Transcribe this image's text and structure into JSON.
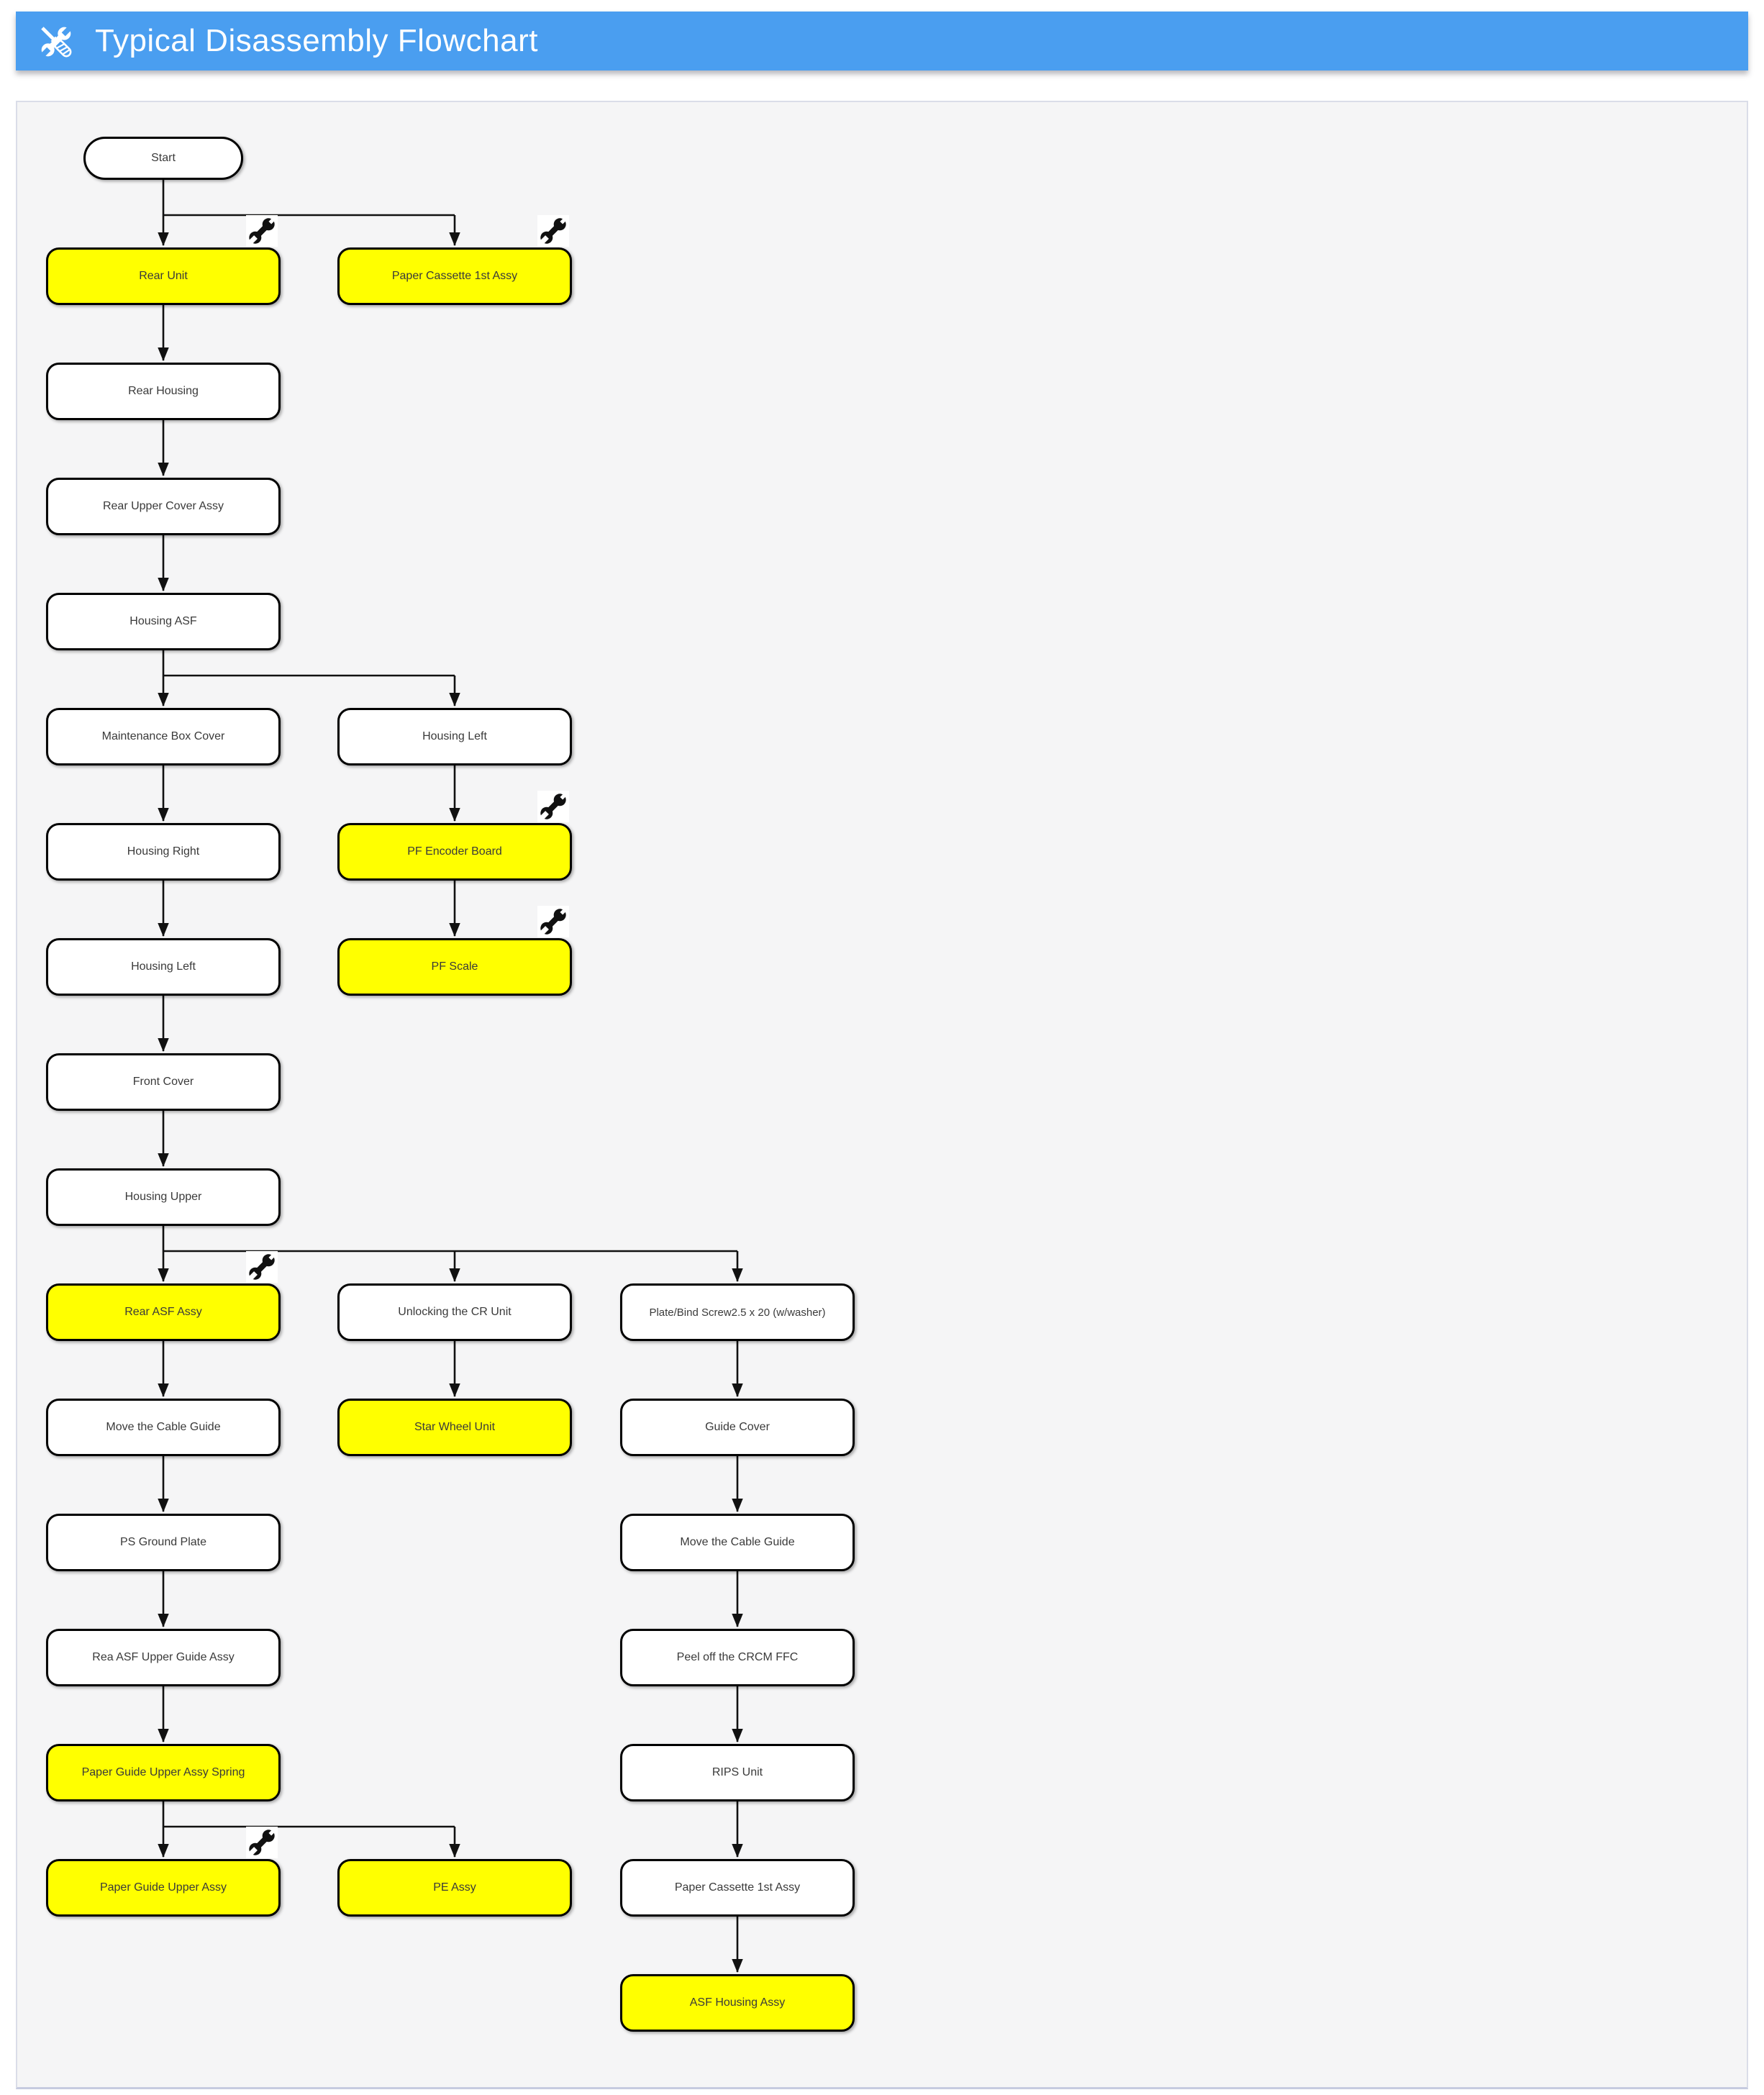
{
  "header": {
    "title": "Typical Disassembly Flowchart",
    "icon": "crossed-tools-icon",
    "bg_color": "#4a9ef0"
  },
  "flowchart": {
    "highlight_color": "#ffff00",
    "node_fill_default": "#ffffff",
    "node_border_color": "#000000",
    "edge_color": "#111111",
    "wrench_marker_meaning": "wrench-icon",
    "nodes": [
      {
        "id": "start",
        "label": "Start",
        "shape": "stadium",
        "col": "A",
        "level": 1,
        "highlight": false,
        "wrench": false
      },
      {
        "id": "rear-unit",
        "label": "Rear Unit",
        "shape": "rect",
        "col": "A",
        "level": 2,
        "highlight": true,
        "wrench": true
      },
      {
        "id": "paper-cassette-1st-assy-a",
        "label": "Paper Cassette 1st Assy",
        "shape": "rect",
        "col": "B",
        "level": 2,
        "highlight": true,
        "wrench": true
      },
      {
        "id": "rear-housing",
        "label": "Rear Housing",
        "shape": "rect",
        "col": "A",
        "level": 3,
        "highlight": false,
        "wrench": false
      },
      {
        "id": "rear-upper-cover-assy",
        "label": "Rear Upper Cover Assy",
        "shape": "rect",
        "col": "A",
        "level": 4,
        "highlight": false,
        "wrench": false
      },
      {
        "id": "housing-asf",
        "label": "Housing ASF",
        "shape": "rect",
        "col": "A",
        "level": 5,
        "highlight": false,
        "wrench": false
      },
      {
        "id": "maintenance-box-cover",
        "label": "Maintenance Box Cover",
        "shape": "rect",
        "col": "A",
        "level": 6,
        "highlight": false,
        "wrench": false
      },
      {
        "id": "housing-left-1",
        "label": "Housing Left",
        "shape": "rect",
        "col": "B",
        "level": 6,
        "highlight": false,
        "wrench": false
      },
      {
        "id": "housing-right",
        "label": "Housing Right",
        "shape": "rect",
        "col": "A",
        "level": 7,
        "highlight": false,
        "wrench": false
      },
      {
        "id": "pf-encoder-board",
        "label": "PF Encoder Board",
        "shape": "rect",
        "col": "B",
        "level": 7,
        "highlight": true,
        "wrench": true
      },
      {
        "id": "housing-left-2",
        "label": "Housing Left",
        "shape": "rect",
        "col": "A",
        "level": 8,
        "highlight": false,
        "wrench": false
      },
      {
        "id": "pf-scale",
        "label": "PF Scale",
        "shape": "rect",
        "col": "B",
        "level": 8,
        "highlight": true,
        "wrench": true
      },
      {
        "id": "front-cover",
        "label": "Front Cover",
        "shape": "rect",
        "col": "A",
        "level": 9,
        "highlight": false,
        "wrench": false
      },
      {
        "id": "housing-upper",
        "label": "Housing Upper",
        "shape": "rect",
        "col": "A",
        "level": 10,
        "highlight": false,
        "wrench": false
      },
      {
        "id": "rear-asf-assy",
        "label": "Rear ASF Assy",
        "shape": "rect",
        "col": "A",
        "level": 11,
        "highlight": true,
        "wrench": true
      },
      {
        "id": "unlocking-the-cr-unit",
        "label": "Unlocking the CR Unit",
        "shape": "rect",
        "col": "B",
        "level": 11,
        "highlight": false,
        "wrench": false
      },
      {
        "id": "plate-bind-screw",
        "label": "Plate/Bind Screw2.5 x 20 (w/washer)",
        "shape": "rect",
        "col": "C",
        "level": 11,
        "highlight": false,
        "wrench": false,
        "small": true
      },
      {
        "id": "move-the-cable-guide-1",
        "label": "Move the Cable Guide",
        "shape": "rect",
        "col": "A",
        "level": 12,
        "highlight": false,
        "wrench": false
      },
      {
        "id": "star-wheel-unit",
        "label": "Star Wheel Unit",
        "shape": "rect",
        "col": "B",
        "level": 12,
        "highlight": true,
        "wrench": false
      },
      {
        "id": "guide-cover",
        "label": "Guide Cover",
        "shape": "rect",
        "col": "C",
        "level": 12,
        "highlight": false,
        "wrench": false
      },
      {
        "id": "ps-ground-plate",
        "label": "PS Ground Plate",
        "shape": "rect",
        "col": "A",
        "level": 13,
        "highlight": false,
        "wrench": false
      },
      {
        "id": "move-the-cable-guide-2",
        "label": "Move the Cable Guide",
        "shape": "rect",
        "col": "C",
        "level": 13,
        "highlight": false,
        "wrench": false
      },
      {
        "id": "rea-asf-upper-guide-assy",
        "label": "Rea ASF Upper Guide Assy",
        "shape": "rect",
        "col": "A",
        "level": 14,
        "highlight": false,
        "wrench": false
      },
      {
        "id": "peel-off-the-crcm-ffc",
        "label": "Peel off the CRCM FFC",
        "shape": "rect",
        "col": "C",
        "level": 14,
        "highlight": false,
        "wrench": false
      },
      {
        "id": "paper-guide-upper-assy-spring",
        "label": "Paper Guide Upper Assy Spring",
        "shape": "rect",
        "col": "A",
        "level": 15,
        "highlight": true,
        "wrench": false
      },
      {
        "id": "rips-unit",
        "label": "RIPS Unit",
        "shape": "rect",
        "col": "C",
        "level": 15,
        "highlight": false,
        "wrench": false
      },
      {
        "id": "paper-guide-upper-assy",
        "label": "Paper Guide Upper Assy",
        "shape": "rect",
        "col": "A",
        "level": 16,
        "highlight": true,
        "wrench": true
      },
      {
        "id": "pe-assy",
        "label": "PE Assy",
        "shape": "rect",
        "col": "B",
        "level": 16,
        "highlight": true,
        "wrench": false
      },
      {
        "id": "paper-cassette-1st-assy-b",
        "label": "Paper Cassette 1st Assy",
        "shape": "rect",
        "col": "C",
        "level": 16,
        "highlight": false,
        "wrench": false
      },
      {
        "id": "asf-housing-assy",
        "label": "ASF Housing Assy",
        "shape": "rect",
        "col": "C",
        "level": 17,
        "highlight": true,
        "wrench": false
      }
    ],
    "edges": [
      {
        "from": "start",
        "to": "rear-unit"
      },
      {
        "from": "start",
        "to": "paper-cassette-1st-assy-a"
      },
      {
        "from": "rear-unit",
        "to": "rear-housing"
      },
      {
        "from": "rear-housing",
        "to": "rear-upper-cover-assy"
      },
      {
        "from": "rear-upper-cover-assy",
        "to": "housing-asf"
      },
      {
        "from": "housing-asf",
        "to": "maintenance-box-cover"
      },
      {
        "from": "housing-asf",
        "to": "housing-left-1"
      },
      {
        "from": "maintenance-box-cover",
        "to": "housing-right"
      },
      {
        "from": "housing-left-1",
        "to": "pf-encoder-board"
      },
      {
        "from": "housing-right",
        "to": "housing-left-2"
      },
      {
        "from": "pf-encoder-board",
        "to": "pf-scale"
      },
      {
        "from": "housing-left-2",
        "to": "front-cover"
      },
      {
        "from": "front-cover",
        "to": "housing-upper"
      },
      {
        "from": "housing-upper",
        "to": "rear-asf-assy"
      },
      {
        "from": "housing-upper",
        "to": "unlocking-the-cr-unit"
      },
      {
        "from": "housing-upper",
        "to": "plate-bind-screw"
      },
      {
        "from": "rear-asf-assy",
        "to": "move-the-cable-guide-1"
      },
      {
        "from": "unlocking-the-cr-unit",
        "to": "star-wheel-unit"
      },
      {
        "from": "plate-bind-screw",
        "to": "guide-cover"
      },
      {
        "from": "move-the-cable-guide-1",
        "to": "ps-ground-plate"
      },
      {
        "from": "guide-cover",
        "to": "move-the-cable-guide-2"
      },
      {
        "from": "ps-ground-plate",
        "to": "rea-asf-upper-guide-assy"
      },
      {
        "from": "move-the-cable-guide-2",
        "to": "peel-off-the-crcm-ffc"
      },
      {
        "from": "rea-asf-upper-guide-assy",
        "to": "paper-guide-upper-assy-spring"
      },
      {
        "from": "peel-off-the-crcm-ffc",
        "to": "rips-unit"
      },
      {
        "from": "paper-guide-upper-assy-spring",
        "to": "paper-guide-upper-assy"
      },
      {
        "from": "paper-guide-upper-assy-spring",
        "to": "pe-assy"
      },
      {
        "from": "rips-unit",
        "to": "paper-cassette-1st-assy-b"
      },
      {
        "from": "paper-cassette-1st-assy-b",
        "to": "asf-housing-assy"
      }
    ]
  }
}
